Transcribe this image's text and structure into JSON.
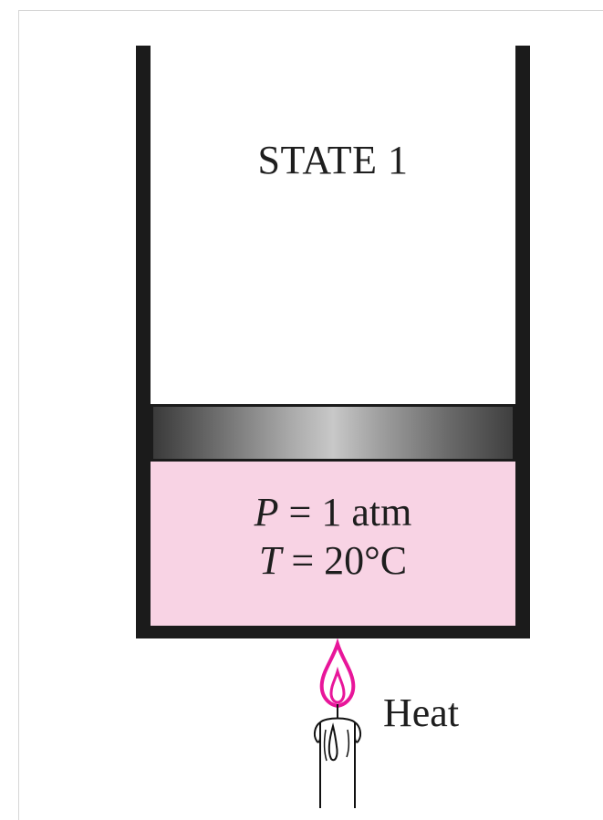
{
  "diagram": {
    "state_title": "STATE 1",
    "pressure": {
      "symbol": "P",
      "text": " = 1 atm"
    },
    "temperature": {
      "symbol": "T",
      "text": " = 20°C"
    },
    "heat_label": "Heat",
    "colors": {
      "gas_fill": "#f8d3e4",
      "flame": "#e8169a",
      "walls": "#1b1b1b"
    }
  }
}
